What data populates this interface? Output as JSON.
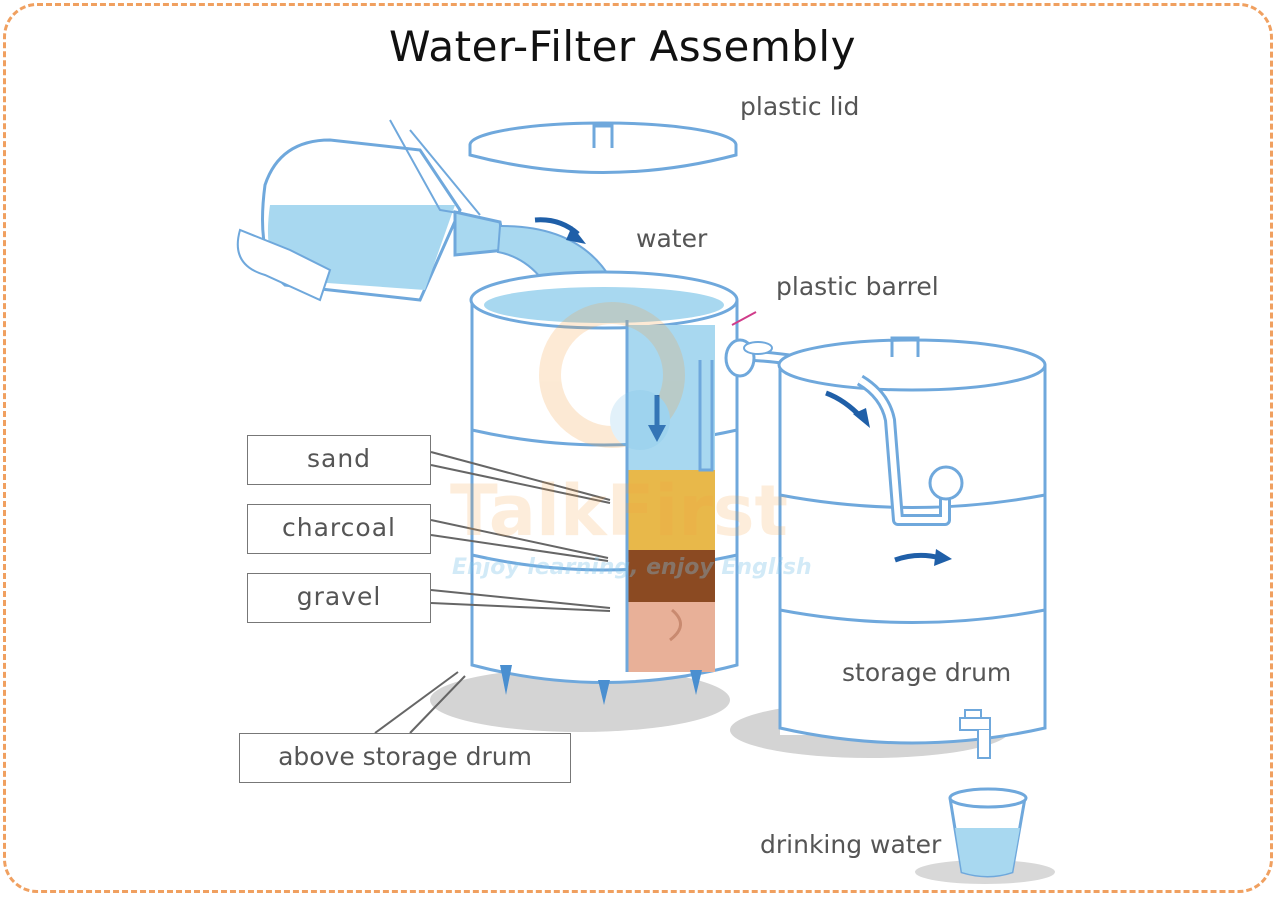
{
  "title": "Water-Filter Assembly",
  "labels": {
    "plastic_lid": "plastic lid",
    "water": "water",
    "plastic_barrel": "plastic barrel",
    "storage_drum": "storage drum",
    "drinking_water": "drinking water"
  },
  "boxes": {
    "sand": "sand",
    "charcoal": "charcoal",
    "gravel": "gravel",
    "above_storage_drum": "above storage drum"
  },
  "watermark": {
    "brand": "TalkFirst",
    "tagline": "Enjoy learning, enjoy English"
  },
  "colors": {
    "frame": "#f0a060",
    "outline": "#6fa8dc",
    "water": "#a8d8f0",
    "sand": "#e8b84a",
    "charcoal": "#8b4a22",
    "gravel": "#e8b098",
    "arrow": "#1f5fa8",
    "shadow": "#cfcfcf"
  }
}
